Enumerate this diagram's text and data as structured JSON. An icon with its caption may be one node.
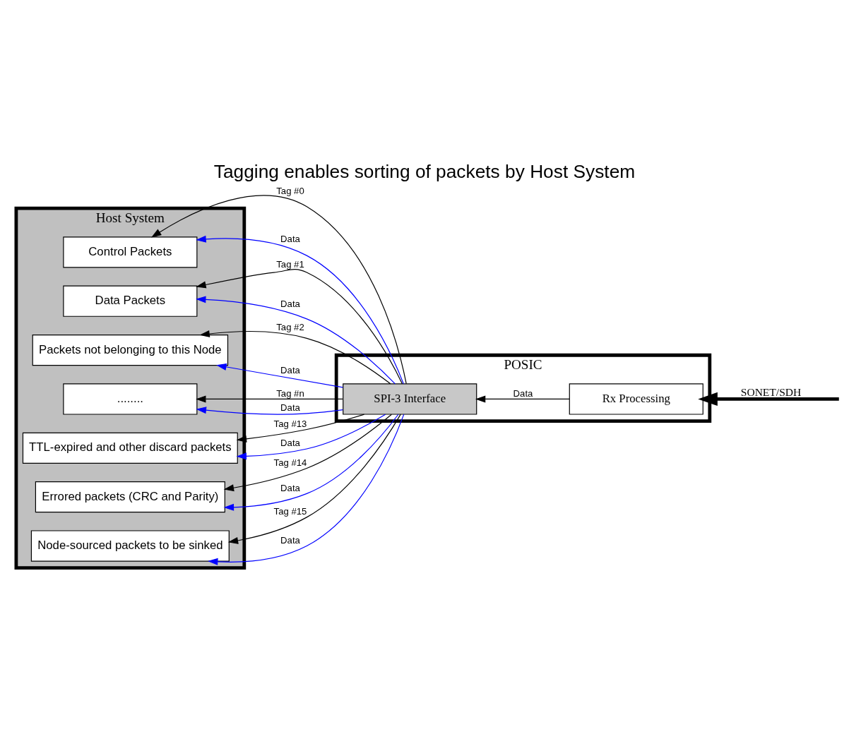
{
  "diagram": {
    "title": "Tagging enables sorting of packets by Host System",
    "nodes": [
      {
        "text": [
          "Host System"
        ]
      },
      {
        "text": [
          "Control Packets"
        ],
        "in": 0
      },
      {
        "text": [
          "Data Packets"
        ],
        "in": 0
      },
      {
        "text": [
          "Packets not belonging to this Node"
        ],
        "in": 0
      },
      {
        "text": [
          "........"
        ],
        "in": 0
      },
      {
        "text": [
          "TTL-expired and other discard packets"
        ],
        "in": 0
      },
      {
        "text": [
          "Errored packets (CRC and Parity)"
        ],
        "in": 0
      },
      {
        "text": [
          "Node-sourced packets to be sinked"
        ],
        "in": 0
      },
      {
        "text": [
          "POSIC"
        ]
      },
      {
        "text": [
          "SPI-3 Interface"
        ],
        "in": 8
      },
      {
        "text": [
          "Rx Processing"
        ],
        "in": 8
      }
    ],
    "edges": [
      {
        "from": null,
        "to": 10,
        "arrow": "to",
        "label": "SONET/SDH",
        "style": "thick"
      },
      {
        "from": 10,
        "to": 9,
        "arrow": "to",
        "label": "Data"
      },
      {
        "from": 9,
        "to": 1,
        "arrow": "to",
        "label": "Tag #0"
      },
      {
        "from": 9,
        "to": 1,
        "arrow": "to",
        "label": "Data",
        "color": "#0000ff"
      },
      {
        "from": 9,
        "to": 2,
        "arrow": "to",
        "label": "Tag #1"
      },
      {
        "from": 9,
        "to": 2,
        "arrow": "to",
        "label": "Data",
        "color": "#0000ff"
      },
      {
        "from": 9,
        "to": 3,
        "arrow": "to",
        "label": "Tag #2"
      },
      {
        "from": 9,
        "to": 3,
        "arrow": "to",
        "label": "Data",
        "color": "#0000ff"
      },
      {
        "from": 9,
        "to": 4,
        "arrow": "to",
        "label": "Tag #n"
      },
      {
        "from": 9,
        "to": 4,
        "arrow": "to",
        "label": "Data",
        "color": "#0000ff"
      },
      {
        "from": 9,
        "to": 5,
        "arrow": "to",
        "label": "Tag #13"
      },
      {
        "from": 9,
        "to": 5,
        "arrow": "to",
        "label": "Data",
        "color": "#0000ff"
      },
      {
        "from": 9,
        "to": 6,
        "arrow": "to",
        "label": "Tag #14"
      },
      {
        "from": 9,
        "to": 6,
        "arrow": "to",
        "label": "Data",
        "color": "#0000ff"
      },
      {
        "from": 9,
        "to": 7,
        "arrow": "to",
        "label": "Tag #15"
      },
      {
        "from": 9,
        "to": 7,
        "arrow": "to",
        "label": "Data",
        "color": "#0000ff"
      }
    ]
  }
}
